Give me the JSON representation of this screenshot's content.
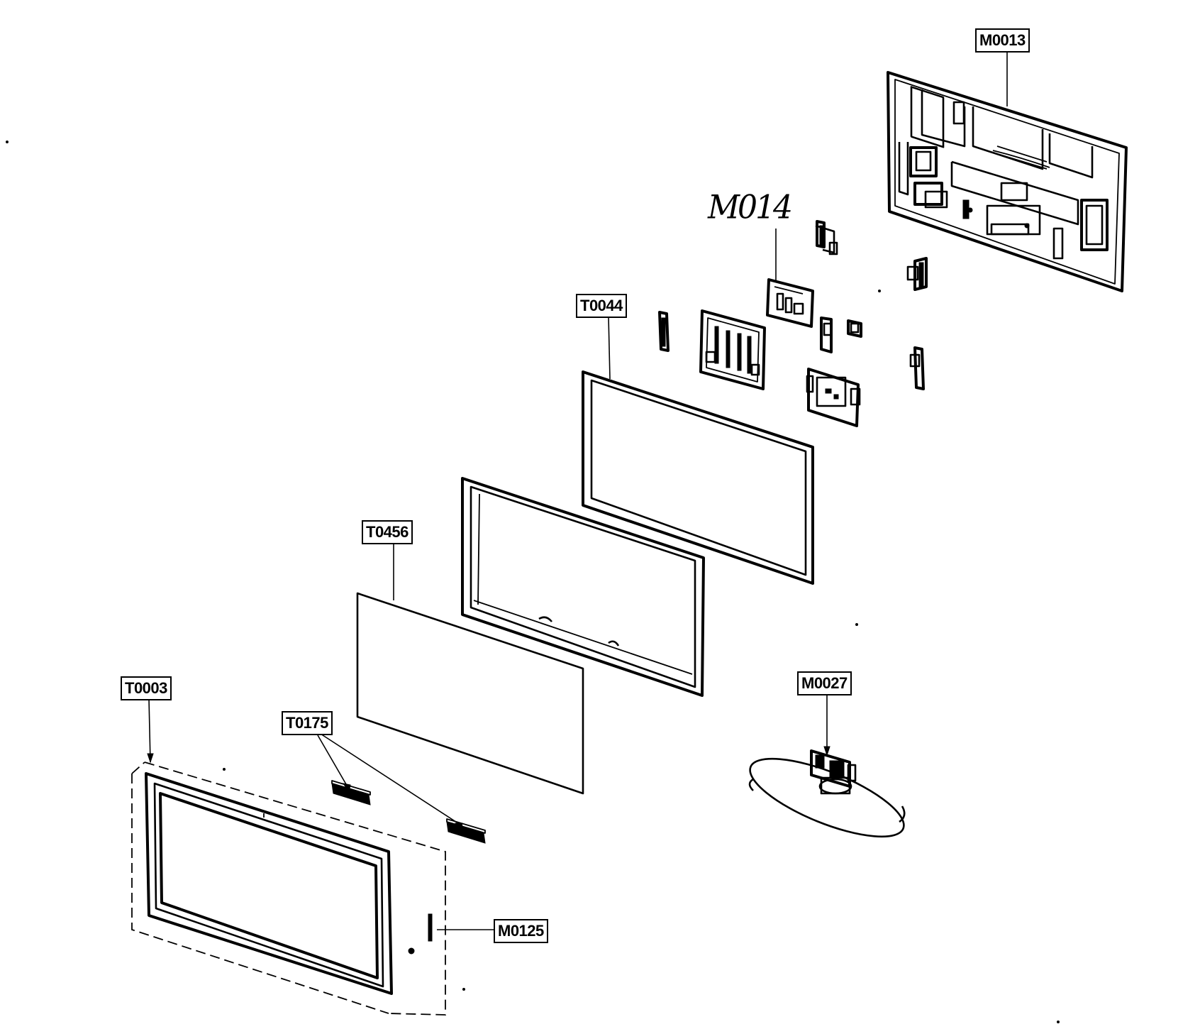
{
  "parts": [
    {
      "id": "M0013",
      "label": "M0013"
    },
    {
      "id": "M014",
      "label": "M014",
      "handwritten": true
    },
    {
      "id": "T0044",
      "label": "T0044"
    },
    {
      "id": "T0456",
      "label": "T0456"
    },
    {
      "id": "T0003",
      "label": "T0003"
    },
    {
      "id": "T0175",
      "label": "T0175"
    },
    {
      "id": "M0027",
      "label": "M0027"
    },
    {
      "id": "M0125",
      "label": "M0125"
    }
  ],
  "colors": {
    "ink": "#000000",
    "background": "#ffffff"
  }
}
